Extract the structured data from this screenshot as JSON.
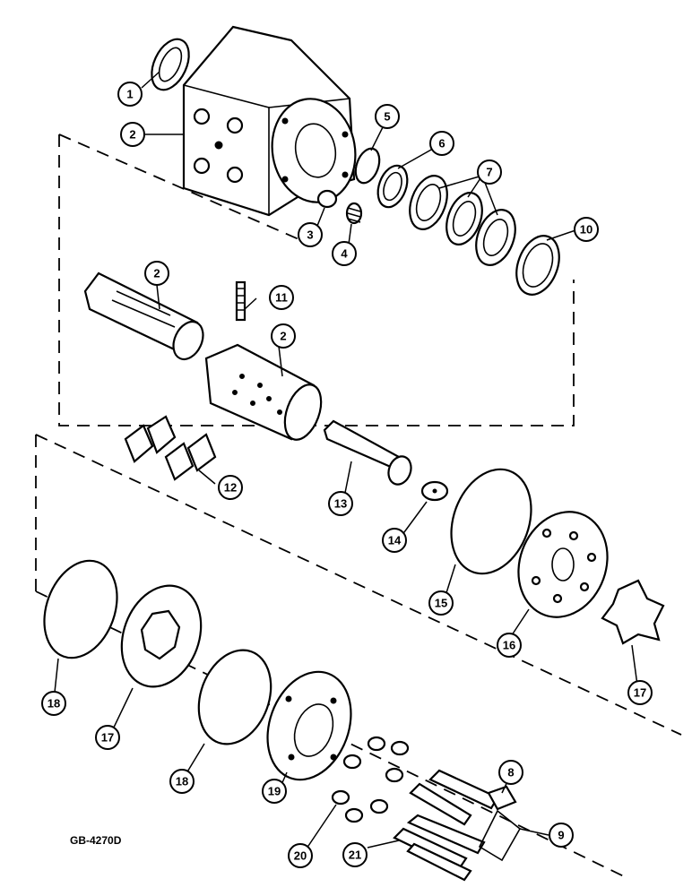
{
  "figure_code": "GB-4270D",
  "callouts": [
    "1",
    "2",
    "2",
    "2",
    "3",
    "4",
    "5",
    "6",
    "7",
    "10",
    "11",
    "12",
    "13",
    "14",
    "15",
    "16",
    "17",
    "17",
    "18",
    "18",
    "19",
    "20",
    "21",
    "8",
    "9"
  ]
}
